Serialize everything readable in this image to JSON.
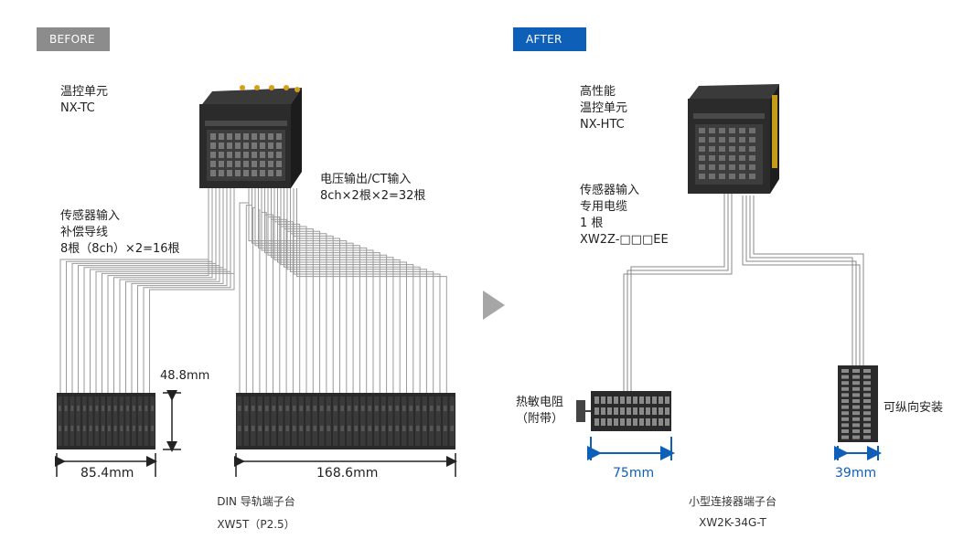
{
  "before": {
    "tag": "BEFORE",
    "module_label": [
      "温控单元",
      "NX-TC"
    ],
    "sensor_label": [
      "传感器输入",
      "补偿导线",
      "8根（8ch）×2=16根"
    ],
    "output_label": [
      "电压输出/CT输入",
      "8ch×2根×2=32根"
    ],
    "height_dim": "48.8mm",
    "width_small": "85.4mm",
    "width_large": "168.6mm",
    "caption": [
      "DIN 导轨端子台",
      "XW5T（P2.5）"
    ]
  },
  "after": {
    "tag": "AFTER",
    "module_label": [
      "高性能",
      "温控单元",
      "NX-HTC"
    ],
    "cable_label": [
      "传感器输入",
      "专用电缆",
      "1 根",
      "XW2Z-□□□EE"
    ],
    "thermistor_label": [
      "热敏电阻",
      "（附带）"
    ],
    "vertical_label": "可纵向安装",
    "width_a": "75mm",
    "width_b": "39mm",
    "caption": [
      "小型连接器端子台",
      "XW2K-34G-T"
    ]
  },
  "colors": {
    "before_tag": "#8c8c8c",
    "after_tag": "#0e5fb8",
    "dimension_blue": "#0e5fb8",
    "arrow_gray": "#a6a6a6"
  }
}
